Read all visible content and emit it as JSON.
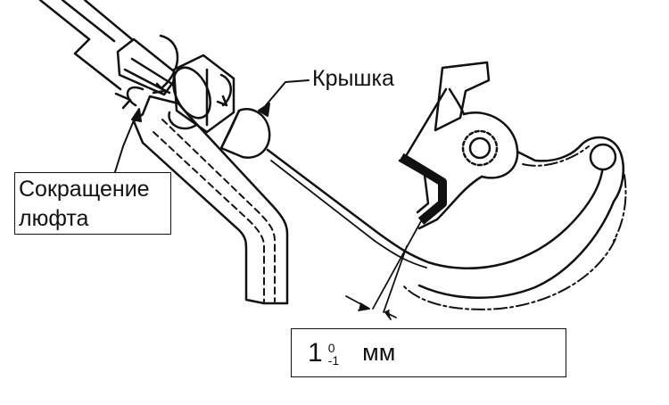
{
  "labels": {
    "cap": "Крышка",
    "reduction": [
      "Сокращение",
      "люфта"
    ],
    "gap": {
      "value": "1",
      "tol_upper": "0",
      "tol_lower": "-1",
      "unit": "мм"
    }
  }
}
